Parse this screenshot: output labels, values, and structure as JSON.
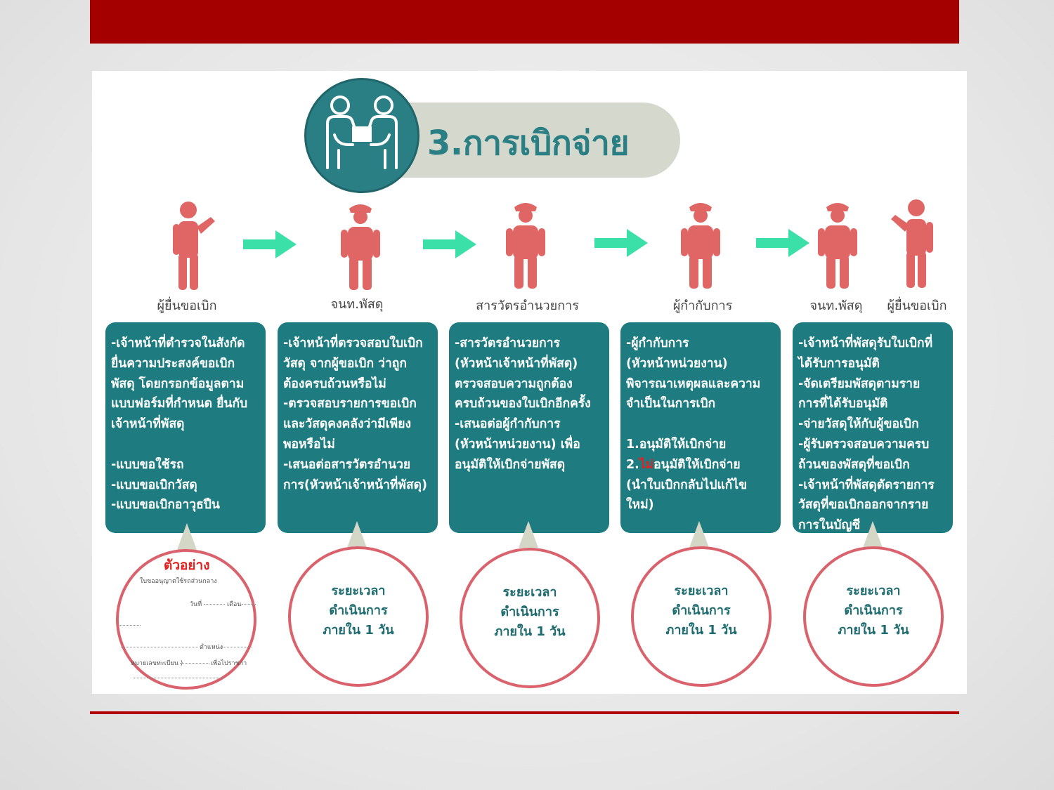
{
  "title": "3.การเบิกจ่าย",
  "colors": {
    "accent": "#a50000",
    "teal_box": "#1e7c80",
    "person": "#e06666",
    "arrow": "#3ae0a8",
    "bubble_border": "#d9626c"
  },
  "roles": [
    "ผู้ยื่นขอเบิก",
    "จนท.พัสดุ",
    "สารวัตรอำนวยการ",
    "ผู้กำกับการ",
    "จนท.พัสดุ",
    "ผู้ยื่นขอเบิก"
  ],
  "boxes": [
    {
      "lines": [
        "-เจ้าหน้าที่ตำรวจในสังกัด",
        "ยื่นความประสงค์ขอเบิก",
        "พัสดุ โดยกรอกข้อมูลตาม",
        "แบบฟอร์มที่กำหนด ยื่นกับ",
        "เจ้าหน้าที่พัสดุ",
        "",
        "-แบบขอใช้รถ",
        "-แบบขอเบิกวัสดุ",
        "-แบบขอเบิกอาวุธปืน"
      ]
    },
    {
      "lines": [
        "-เจ้าหน้าที่ตรวจสอบใบเบิก",
        "วัสดุ จากผู้ขอเบิก ว่าถูก",
        "ต้องครบถ้วนหรือไม่",
        "-ตรวจสอบรายการขอเบิก",
        "และวัสดุคงคลังว่ามีเพียง",
        "พอหรือไม่",
        "-เสนอต่อสารวัตรอำนวย",
        "การ(หัวหน้าเจ้าหน้าที่พัสดุ)"
      ]
    },
    {
      "lines": [
        "-สารวัตรอำนวยการ",
        "(หัวหน้าเจ้าหน้าที่พัสดุ)",
        "ตรวจสอบความถูกต้อง",
        "ครบถ้วนของใบเบิกอีกครั้ง",
        "-เสนอต่อผู้กำกับการ",
        "(หัวหน้าหน่วยงาน) เพื่อ",
        "อนุมัติให้เบิกจ่ายพัสดุ"
      ]
    },
    {
      "lines": [
        "-ผู้กำกับการ",
        "(หัวหน้าหน่วยงาน)",
        "พิจารณาเหตุผลและความ",
        "จำเป็นในการเบิก",
        "",
        " 1.อนุมัติให้เบิกจ่าย",
        " 2.",
        "(นำใบเบิกกลับไปแก้ไข",
        " ใหม่)"
      ],
      "emph": "ไม่",
      "emph_rest": "อนุมัติให้เบิกจ่าย"
    },
    {
      "lines": [
        "-เจ้าหน้าที่พัสดุรับใบเบิกที่",
        "ได้รับการอนุมัติ",
        "-จัดเตรียมพัสดุตามราย",
        "การที่ได้รับอนุมัติ",
        "-จ่ายวัสดุให้กับผู้ขอเบิก",
        "-ผู้รับตรวจสอบความครบ",
        "ถ้วนของพัสดุที่ขอเบิก",
        "-เจ้าหน้าที่พัสดุตัดรายการ",
        "วัสดุที่ขอเบิกออกจากราย",
        "การในบัญชี"
      ]
    }
  ],
  "sample": {
    "title": "ตัวอย่าง",
    "form_title": "ใบขออนุญาตใช้รถส่วนกลาง",
    "day": "วันที่",
    "month": "เดือน",
    "position": "ตำแหน่ง",
    "plate": "หมายเลขทะเบียน )",
    "purpose": "เพื่อไปราชกา"
  },
  "bubble": {
    "l1": "ระยะเวลา",
    "l2": "ดำเนินการ",
    "l3": "ภายใน 1 วัน"
  }
}
